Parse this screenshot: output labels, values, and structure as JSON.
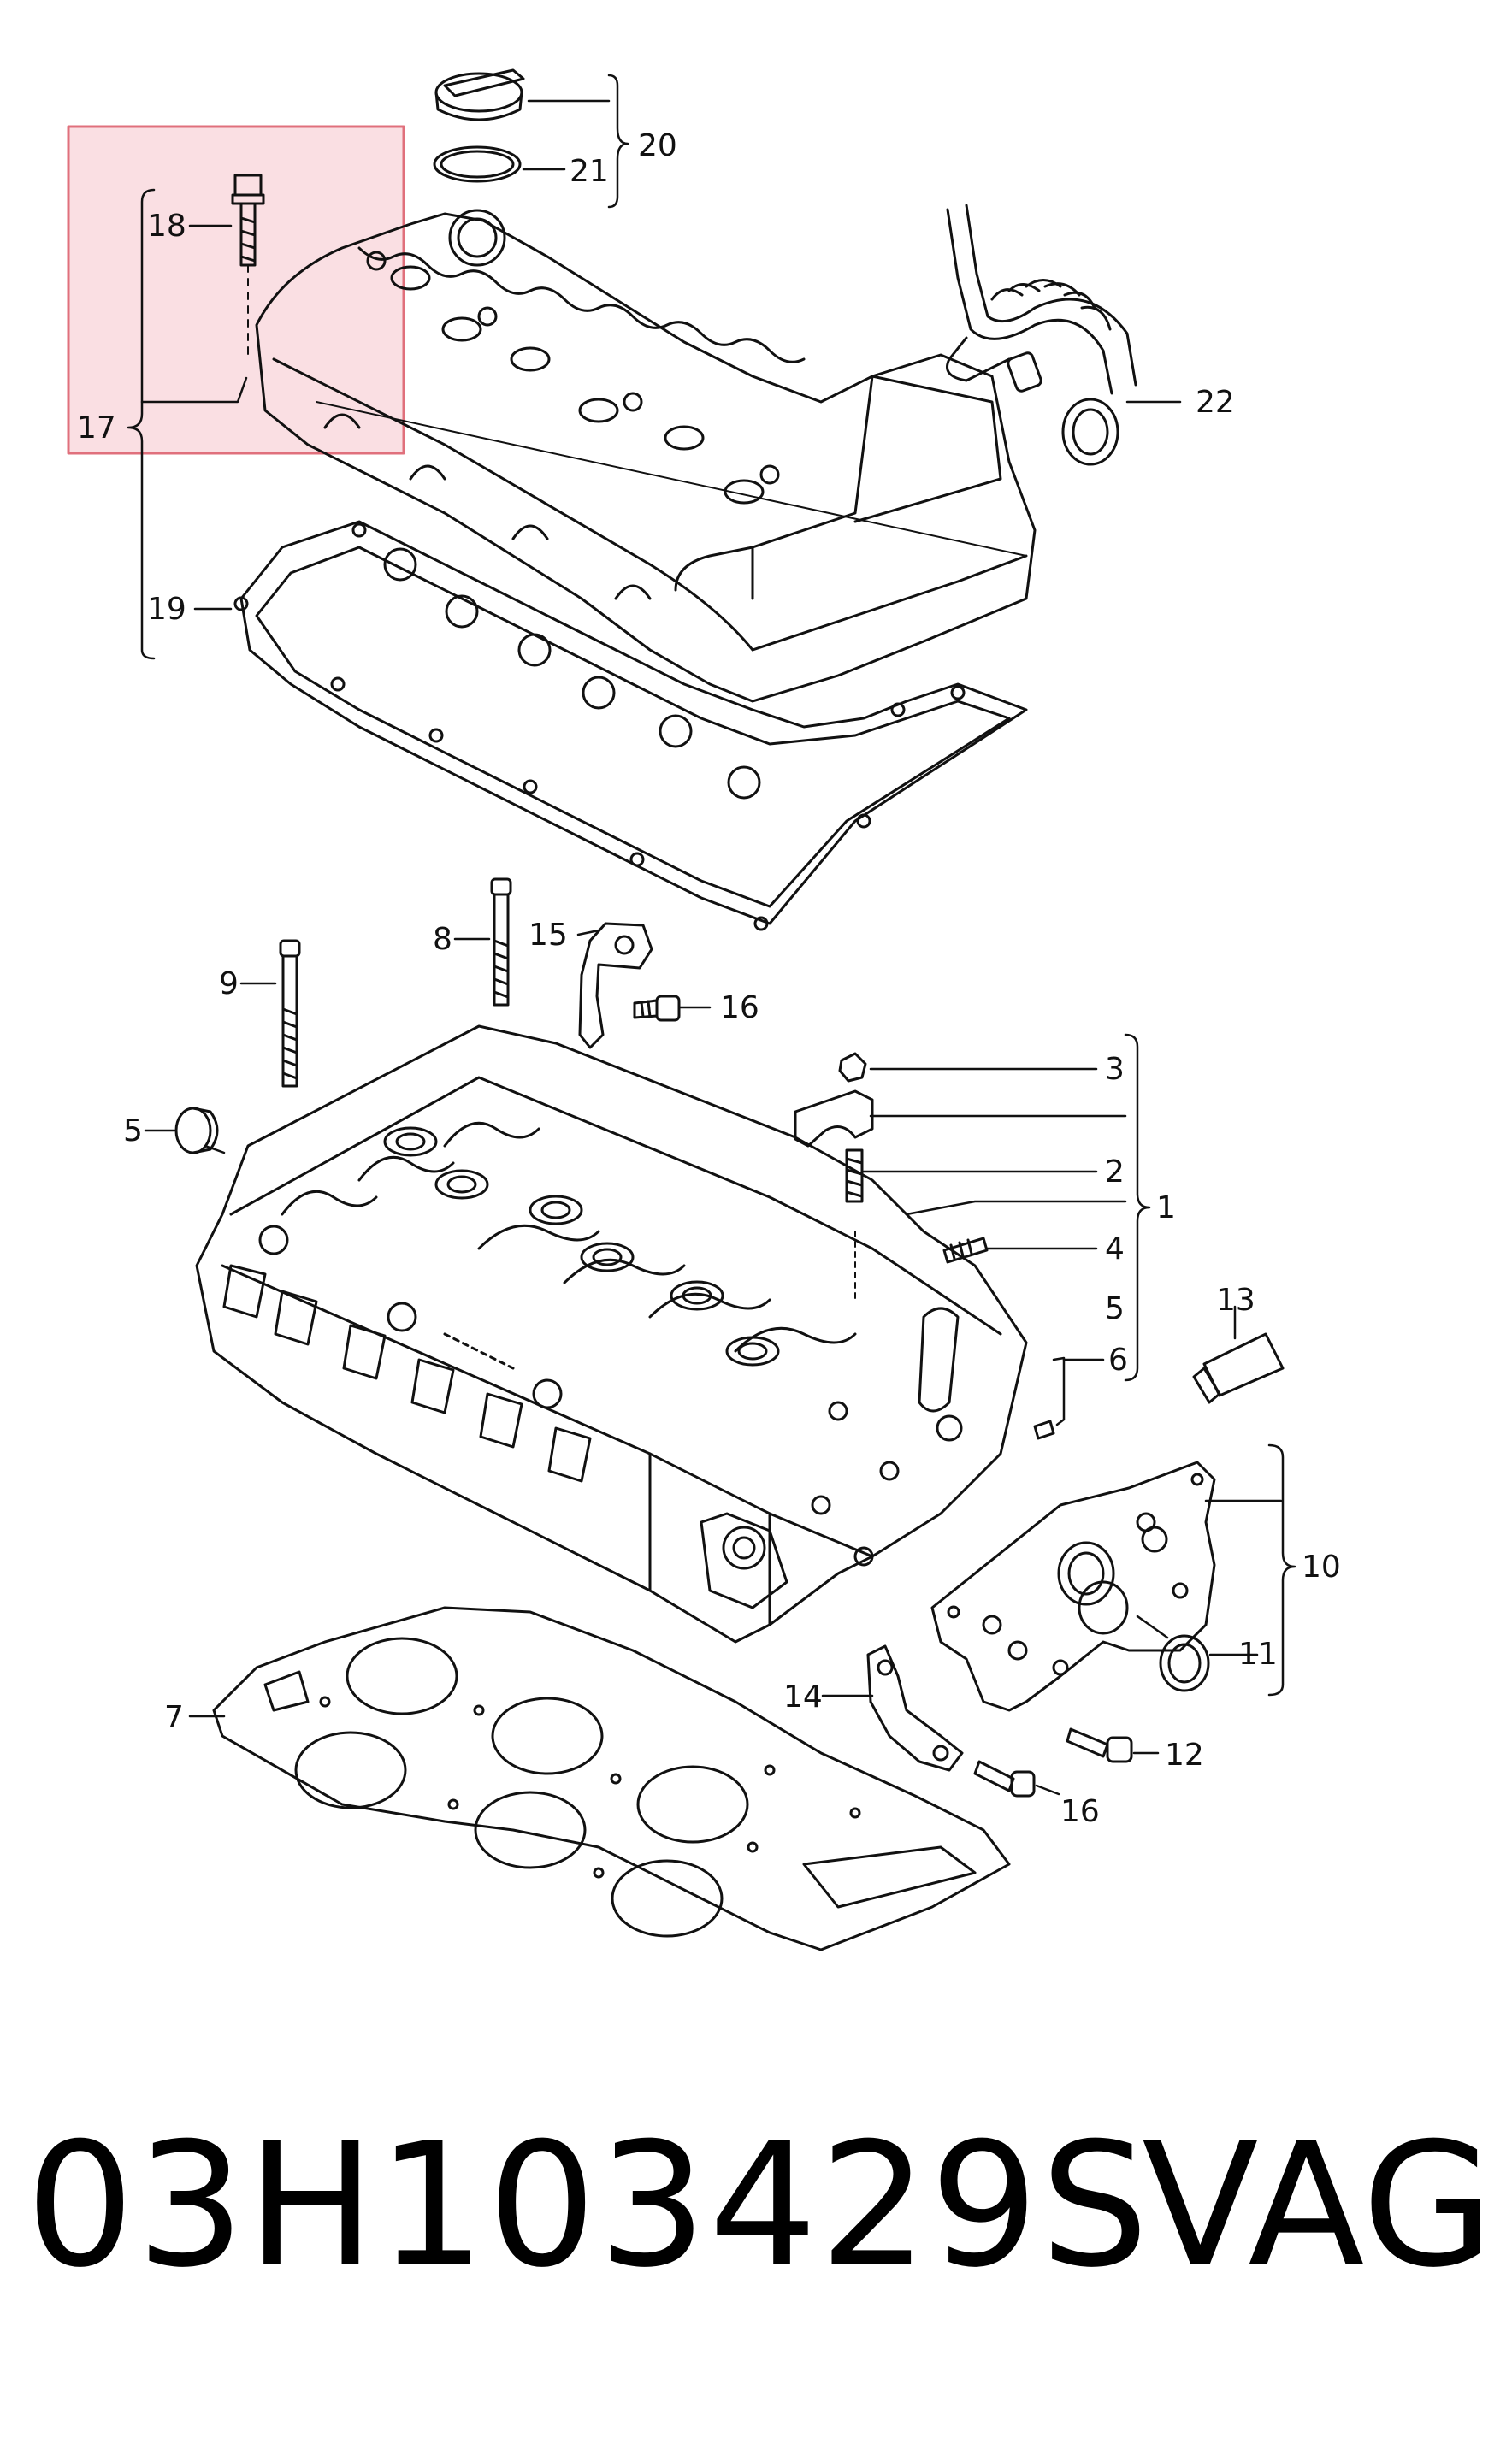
{
  "footer": {
    "part_number": "03H103429S",
    "brand": "VAG"
  },
  "highlight": {
    "fill": "#f8d4da",
    "stroke": "#e0707c"
  },
  "line_color": "#111111",
  "callouts": {
    "c1": "1",
    "c2": "2",
    "c3": "3",
    "c4": "4",
    "c5a": "5",
    "c5b": "5",
    "c6": "6",
    "c7": "7",
    "c8": "8",
    "c9": "9",
    "c10": "10",
    "c11": "11",
    "c12": "12",
    "c13": "13",
    "c14": "14",
    "c15": "15",
    "c16a": "16",
    "c16b": "16",
    "c17": "17",
    "c18": "18",
    "c19": "19",
    "c20": "20",
    "c21": "21",
    "c22": "22"
  }
}
